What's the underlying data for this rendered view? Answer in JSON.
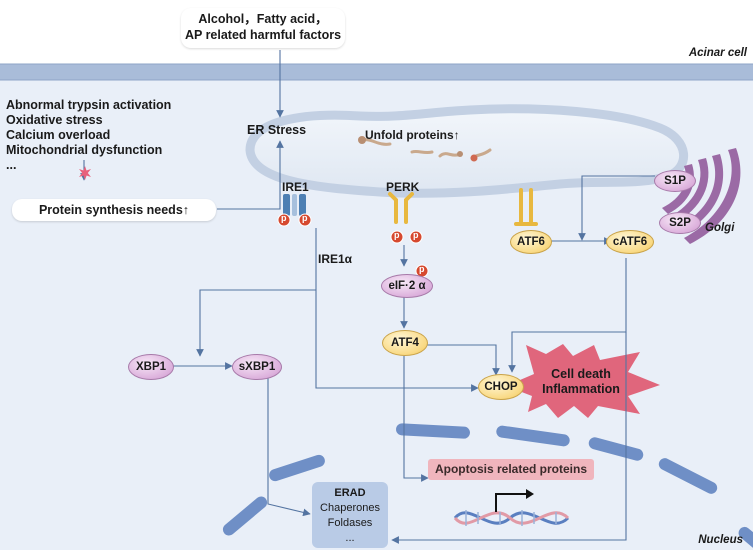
{
  "labels": {
    "top_factors": [
      "Alcohol，Fatty acid，",
      "AP related harmful factors"
    ],
    "acinar_cell": "Acinar cell",
    "stress_list": [
      "Abnormal  trypsin activation",
      "Oxidative stress",
      "Calcium overload",
      "Mitochondrial dysfunction",
      "..."
    ],
    "er_stress": "ER Stress",
    "unfold_proteins": "Unfold proteins↑",
    "protein_synthesis": "Protein synthesis needs↑",
    "ire1": "IRE1",
    "perk": "PERK",
    "ire1a": "IRE1α",
    "golgi": "Golgi",
    "nucleus": "Nucleus",
    "cell_death": [
      "Cell death",
      "Inflammation"
    ],
    "apoptosis_proteins": "Apoptosis related proteins",
    "erad": [
      "ERAD",
      "Chaperones",
      "Foldases",
      "..."
    ],
    "phospho": "p"
  },
  "nodes": {
    "s1p": "S1P",
    "s2p": "S2P",
    "atf6": "ATF6",
    "catf6": "cATF6",
    "eif2a": "eIF·2 α",
    "atf4": "ATF4",
    "xbp1": "XBP1",
    "sxbp1": "sXBP1",
    "chop": "CHOP"
  },
  "colors": {
    "membrane": "#a9bcd9",
    "cytoplasm": "#e9eff8",
    "arrow": "#5474a1",
    "er_outline": "#c3d0e3",
    "nucleus_envelope": "#6f8fc6",
    "starburst": "#e0667c",
    "phospho_red": "#d6492f",
    "golgi": "#9b6aa5"
  }
}
